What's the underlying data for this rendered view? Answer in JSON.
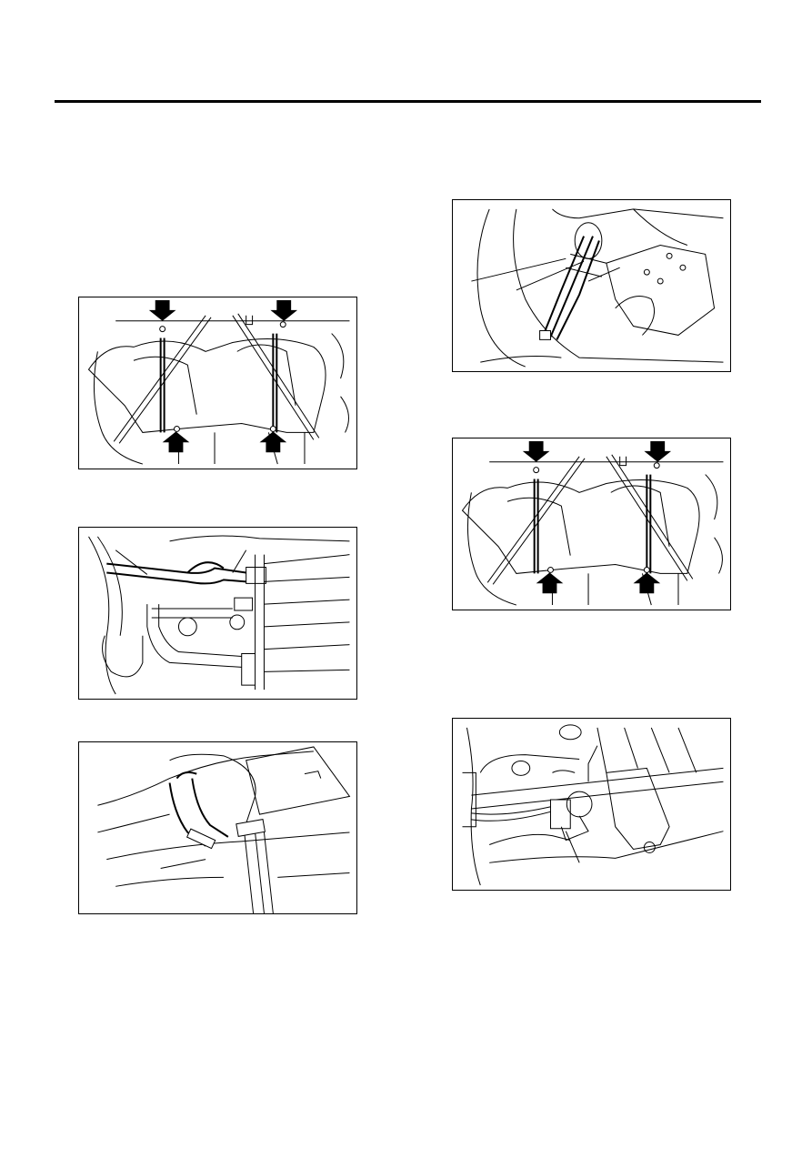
{
  "document": {
    "header_rule": true,
    "figures": [
      {
        "id": "fig-1",
        "description_icon": "fuel-tank-bands-arrows-illustration"
      },
      {
        "id": "fig-2",
        "description_icon": "fuel-hoses-clamps-illustration"
      },
      {
        "id": "fig-3",
        "description_icon": "filler-hose-clamp-illustration"
      },
      {
        "id": "fig-4",
        "description_icon": "evaporation-hoses-illustration"
      },
      {
        "id": "fig-5",
        "description_icon": "fuel-tank-bands-arrows-illustration"
      },
      {
        "id": "fig-6",
        "description_icon": "connector-harness-illustration"
      }
    ]
  }
}
